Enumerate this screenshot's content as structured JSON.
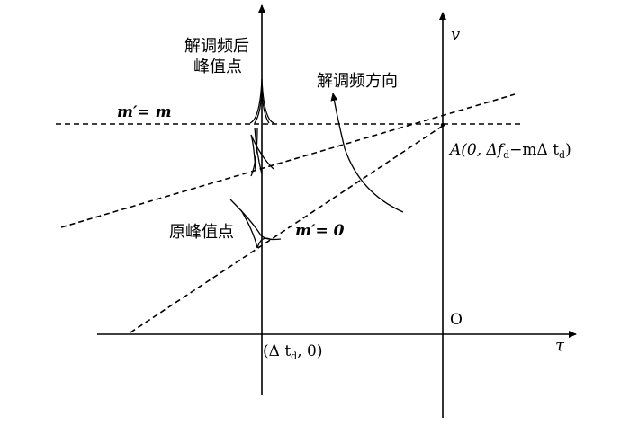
{
  "labels": {
    "demod_peak_line1": "解调频后",
    "demod_peak_line2": "峰值点",
    "demod_direction": "解调频方向",
    "orig_peak": "原峰值点",
    "m_prime_m": "m′= m",
    "m_prime_zero": "m′= 0",
    "axis_v": "v",
    "axis_tau": "τ",
    "origin": "O",
    "point_a": "A(0, Δf",
    "point_a_sub1": "d",
    "point_a_mid": "−mΔ t",
    "point_a_sub2": "d",
    "point_a_end": ")",
    "delta_td": "(Δ t",
    "delta_td_sub": "d",
    "delta_td_end": ", 0)"
  },
  "colors": {
    "ink": "#000000",
    "background": "#ffffff"
  }
}
